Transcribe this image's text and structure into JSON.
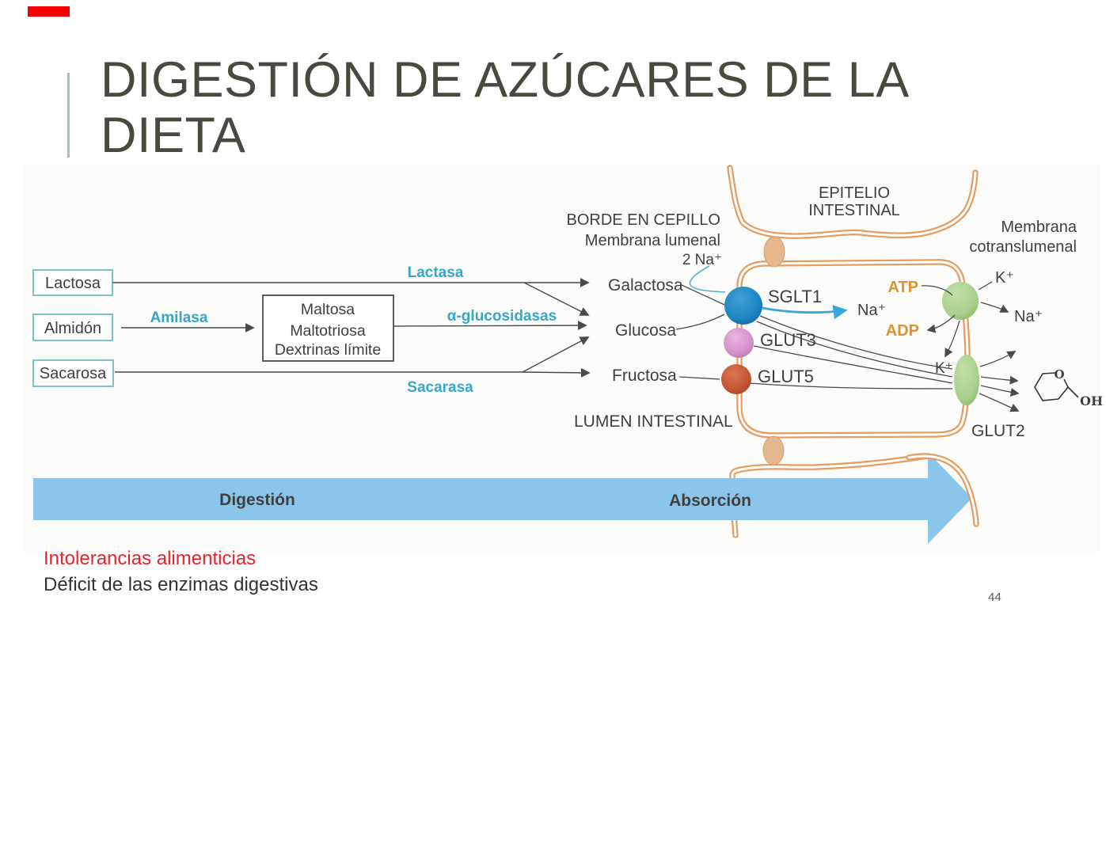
{
  "slide": {
    "title": "DIGESTIÓN DE AZÚCARES DE LA\nDIETA",
    "page_number": "44",
    "intolerancias": "Intolerancias alimenticias",
    "deficit": "Déficit de las enzimas digestivas"
  },
  "diagram": {
    "lactosa": "Lactosa",
    "almidon": "Almidón",
    "sacarosa_box": "Sacarosa",
    "amilasa": "Amilasa",
    "lactasa": "Lactasa",
    "alpha_glucosidasas": "α-glucosidasas",
    "sacarasa": "Sacarasa",
    "maltosa1": "Maltosa",
    "maltosa2": "Maltotriosa",
    "maltosa3": "Dextrinas límite",
    "galactosa": "Galactosa",
    "glucosa": "Glucosa",
    "fructosa": "Fructosa",
    "borde": "BORDE EN CEPILLO",
    "membrana_lumenal": "Membrana lumenal",
    "dos_na": "2 Na⁺",
    "epitelio1": "EPITELIO",
    "epitelio2": "INTESTINAL",
    "membrana_cotrans1": "Membrana",
    "membrana_cotrans2": "cotranslumenal",
    "sglt1": "SGLT1",
    "glut3": "GLUT3",
    "glut5": "GLUT5",
    "na_interno": "Na⁺",
    "atp": "ATP",
    "adp": "ADP",
    "k_sup": "K⁺",
    "na_der": "Na⁺",
    "k_int": "K⁺",
    "glut2": "GLUT2",
    "lumen": "LUMEN INTESTINAL",
    "o_atom": "O",
    "oh_group": "OH",
    "digestion": "Digestión",
    "absorcion": "Absorción"
  },
  "colors": {
    "accent_bar": "#a5bfbf",
    "title_text": "#4a493f",
    "membrane": "#e59d62",
    "enzyme_text": "#35a7cb",
    "sglt1_circle": "#1d86c2",
    "glut3_circle": "#d592cb",
    "glut5_circle": "#c55434",
    "pump_green": "#a9d08c",
    "big_arrow_blue": "#8bc6ea",
    "arrow_label_navy": "#1e3a5e",
    "atp_adp_text": "#e0912f",
    "note_red": "#e8232b"
  }
}
